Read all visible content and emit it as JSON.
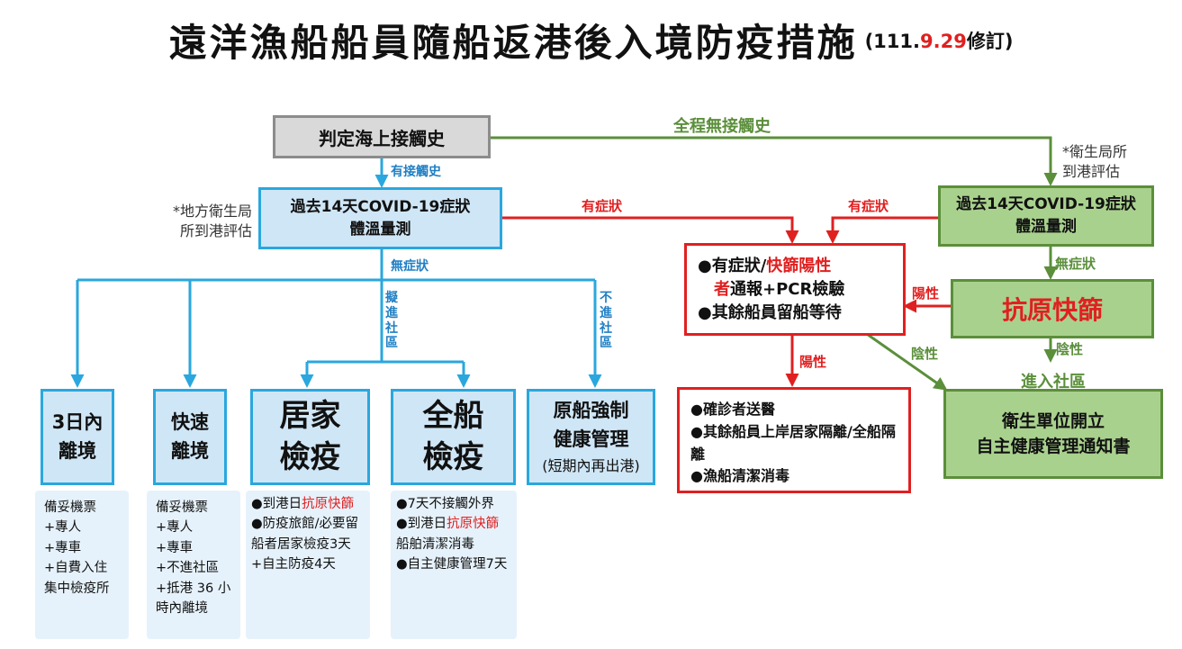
{
  "title": {
    "main": "遠洋漁船船員隨船返港後入境防疫措施",
    "rev_open": "(111.",
    "rev_date": "9.29",
    "rev_close": "修訂)"
  },
  "start": {
    "label": "判定海上接觸史"
  },
  "edges": {
    "has_contact": "有接觸史",
    "no_contact_all": "全程無接觸史",
    "no_symptom_left": "無症狀",
    "to_community": "擬進社區",
    "not_community": "不進社區",
    "symptom_left": "有症狀",
    "symptom_right": "有症狀",
    "no_symptom_right": "無症狀",
    "positive_antigen": "陽性",
    "positive_down": "陽性",
    "negative_diag": "陰性",
    "negative_down": "陰性",
    "enter_community": "進入社區"
  },
  "notes": {
    "left_line1": "*地方衛生局",
    "left_line2": "所到港評估",
    "right_line1": "*衛生局所",
    "right_line2": "到港評估"
  },
  "blue_check": {
    "line1": "過去14天COVID-19症狀",
    "line2": "體溫量測"
  },
  "green_check": {
    "line1": "過去14天COVID-19症狀",
    "line2": "體溫量測"
  },
  "antigen": {
    "label": "抗原快篩"
  },
  "red_report": {
    "bullet": "●",
    "l1_a": "有症狀/",
    "l1_b": "快篩陽性",
    "l2_a": "者",
    "l2_b": "通報+PCR檢驗",
    "l3": "其餘船員留船等待"
  },
  "red_actions": {
    "bullet": "●",
    "items": [
      "確診者送醫",
      "其餘船員上岸居家隔離/全船隔離",
      "漁船清潔消毒"
    ]
  },
  "notice": {
    "line1": "衛生單位開立",
    "line2": "自主健康管理通知書"
  },
  "cols": {
    "c1": {
      "line1": "3日內",
      "line2": "離境"
    },
    "c2": {
      "line1": "快速",
      "line2": "離境"
    },
    "c3": {
      "line1": "居家",
      "line2": "檢疫"
    },
    "c4": {
      "line1": "全船",
      "line2": "檢疫"
    },
    "c5": {
      "line1": "原船強制",
      "line2": "健康管理",
      "line3": "(短期內再出港)"
    }
  },
  "details": {
    "d1": [
      "備妥機票",
      "+專人",
      "+專車",
      "+自費入住集中檢疫所"
    ],
    "d2": [
      "備妥機票",
      "+專人",
      "+專車",
      "+不進社區",
      "+抵港 36 小時內離境"
    ],
    "d3": {
      "bullet": "●",
      "i1_a": "到港日",
      "i1_b": "抗原快篩",
      "i2": "防疫旅館/必要留船者居家檢疫3天+自主防疫4天"
    },
    "d4": {
      "bullet": "●",
      "i1": "7天不接觸外界",
      "i2_a": "到港日",
      "i2_b": "抗原快篩",
      "i2_c": "船舶清潔消毒",
      "i3": "自主健康管理7天"
    }
  },
  "colors": {
    "blue": "#2aa7de",
    "green": "#5b8f3b",
    "red": "#e02020",
    "gray": "#8c8c8c"
  }
}
